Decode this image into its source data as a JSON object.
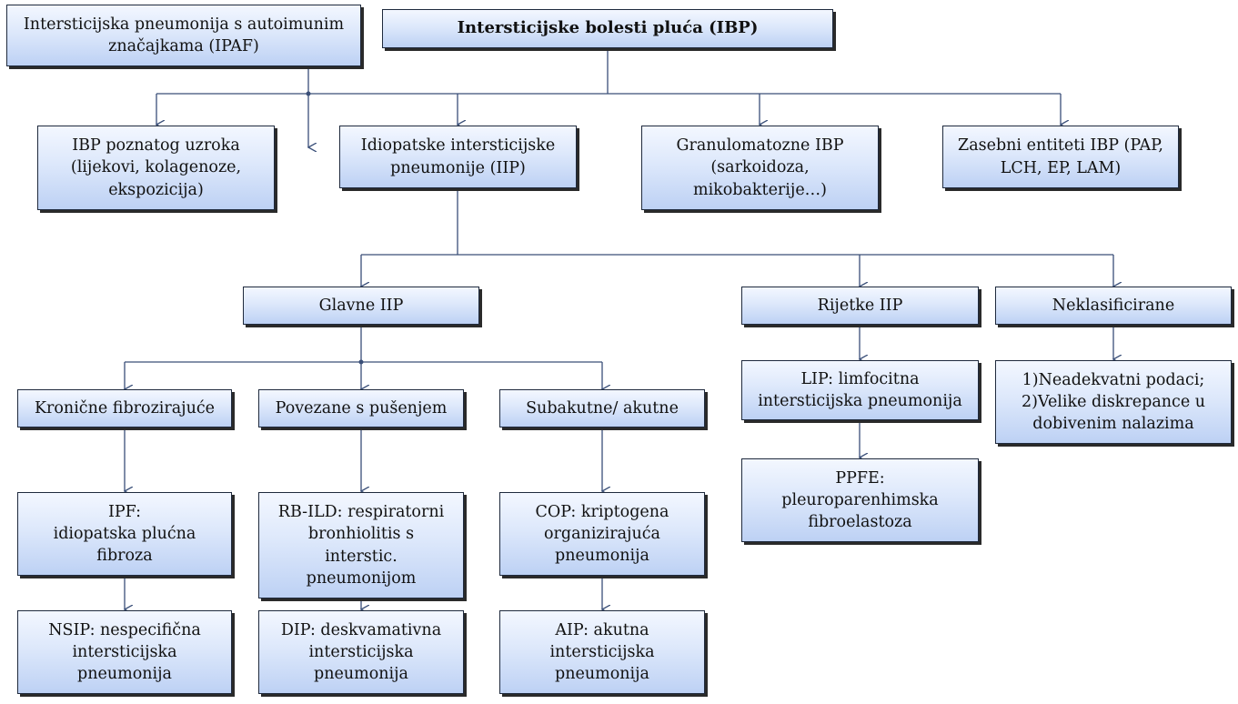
{
  "diagram": {
    "root": "Intersticijske bolesti pluća (IBP)",
    "ipaf": "Intersticijska pneumonija s autoimunim\nznačajkama (IPAF)",
    "known_cause": "IBP poznatog uzroka\n(lijekovi, kolagenoze,\nekspozicija)",
    "iip": "Idiopatske intersticijske\npneumonije (IIP)",
    "granulomatous": "Granulomatozne IBP\n(sarkoidoza,\nmikobakterije…)",
    "separate": "Zasebni entiteti IBP (PAP,\nLCH, EP,  LAM)",
    "major_iip": "Glavne IIP",
    "rare_iip": "Rijetke IIP",
    "unclassified": "Neklasificirane",
    "chronic_fibrosing": "Kronične fibrozirajuće",
    "smoking_related": "Povezane s pušenjem",
    "subacute_acute": "Subakutne/   akutne",
    "lip": "LIP:  limfocitna\nintersticijska pneumonija",
    "unclassified_reasons": "1)Neadekvatni podaci;\n2)Velike diskrepance u\ndobivenim nalazima",
    "ipf": "IPF:\nidiopatska plućna\nfibroza",
    "rb_ild": "RB-ILD: respiratorni\nbronhiolitis s\ninterstic.\npneumonijom",
    "cop": "COP: kriptogena\norganizirajuća\npneumonija",
    "ppfe": "PPFE:\npleuroparenhimska\nfibroelastoza",
    "nsip": "NSIP: nespecifična\nintersticijska\npneumonija",
    "dip": "DIP: deskvamativna\nintersticijska\npneumonija",
    "aip": "AIP: akutna\nintersticijska\npneumonija"
  }
}
